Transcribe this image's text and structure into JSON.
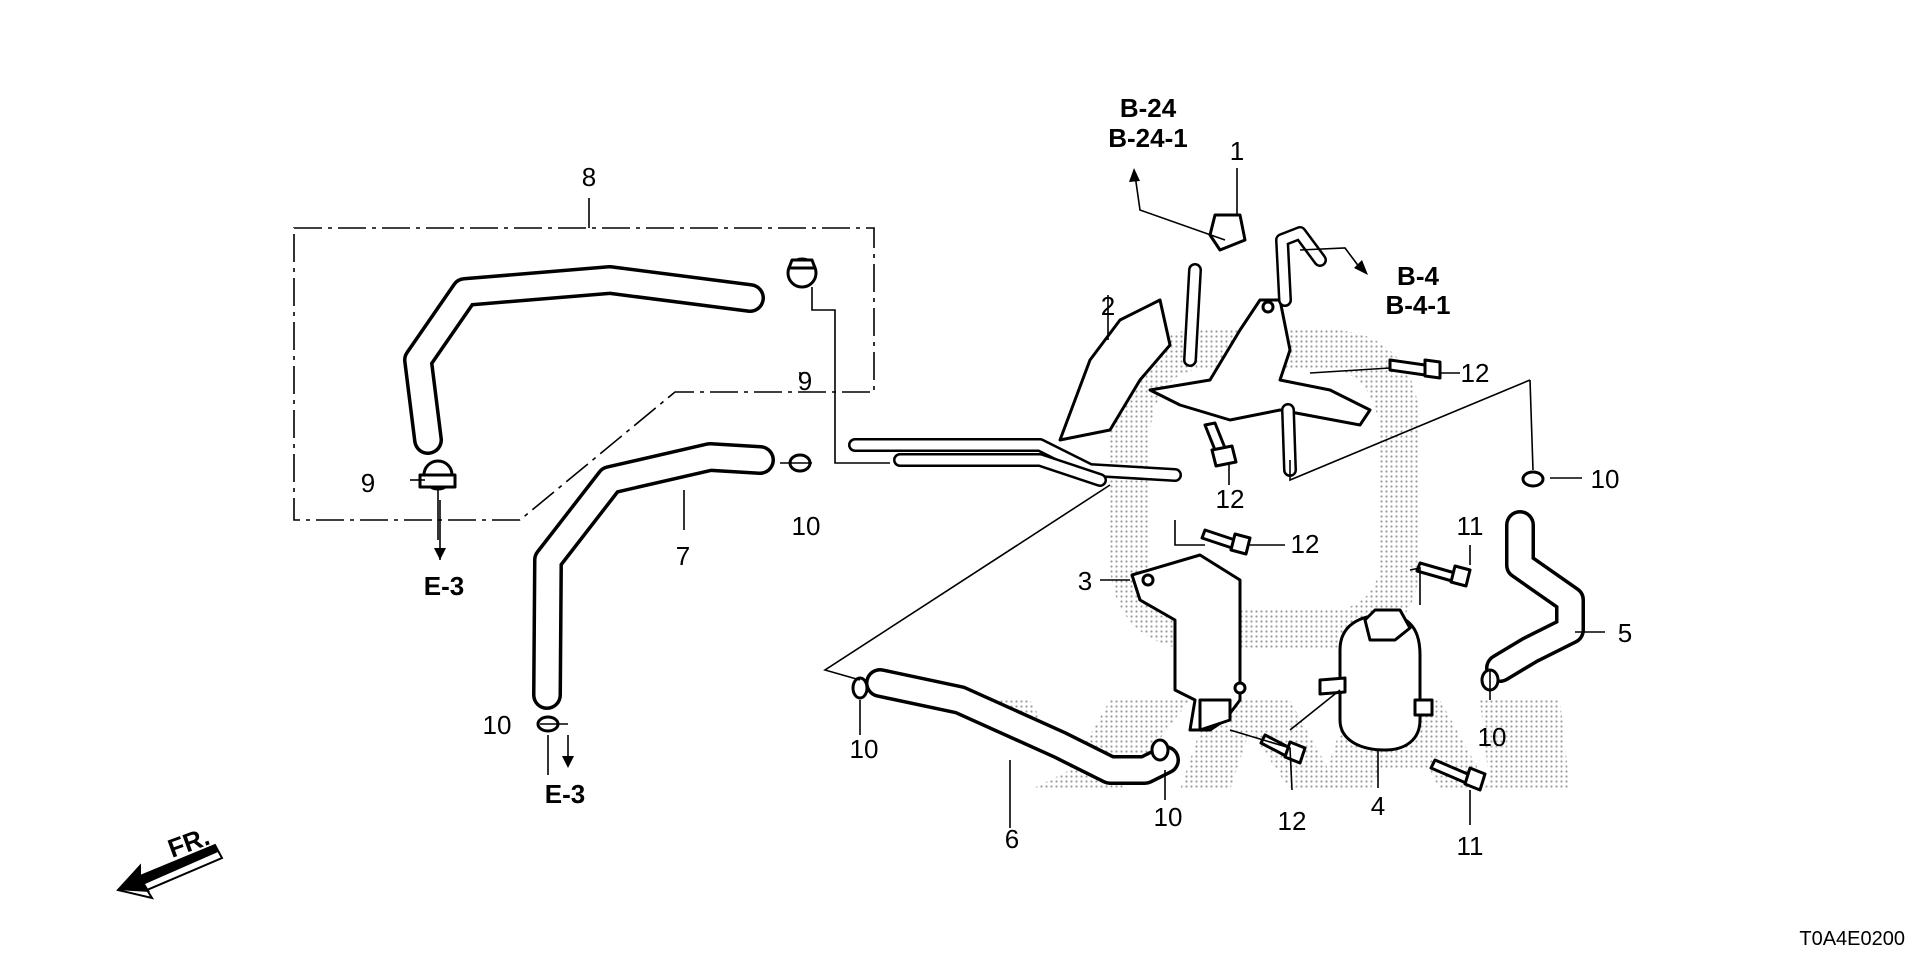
{
  "diagram": {
    "part_numbers": {
      "p1": "1",
      "p2": "2",
      "p3": "3",
      "p4": "4",
      "p5": "5",
      "p6": "6",
      "p7": "7",
      "p8": "8",
      "p9a": "9",
      "p9b": "9",
      "p10a": "10",
      "p10b": "10",
      "p10c": "10",
      "p10d": "10",
      "p10e": "10",
      "p10f": "10",
      "p11a": "11",
      "p11b": "11",
      "p12a": "12",
      "p12b": "12",
      "p12c": "12",
      "p12d": "12"
    },
    "references": {
      "b24": "B-24",
      "b241": "B-24-1",
      "b4": "B-4",
      "b41": "B-4-1",
      "e3a": "E-3",
      "e3b": "E-3"
    },
    "front_indicator": "FR.",
    "diagram_code": "T0A4E0200",
    "icons": {
      "front": "front-arrow-icon"
    }
  }
}
